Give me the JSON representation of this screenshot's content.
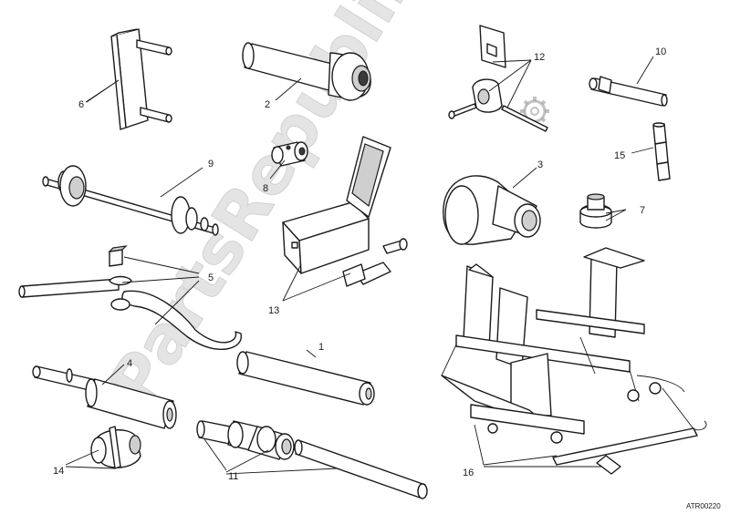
{
  "diagram": {
    "watermark": "PartsRepublik",
    "drawing_code": "ATR00220",
    "callouts": {
      "c1": "1",
      "c2": "2",
      "c3": "3",
      "c4": "4",
      "c5": "5",
      "c6": "6",
      "c7": "7",
      "c8": "8",
      "c9": "9",
      "c10": "10",
      "c11": "11",
      "c12": "12",
      "c13": "13",
      "c14": "14",
      "c15": "15",
      "c16": "16"
    }
  }
}
